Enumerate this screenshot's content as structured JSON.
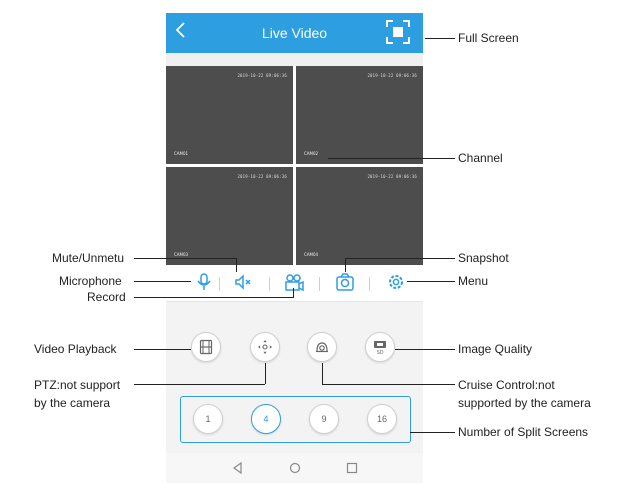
{
  "header": {
    "title": "Live Video",
    "back_icon": "chevron-left-icon",
    "fullscreen_icon": "fullscreen-icon"
  },
  "video_grid": {
    "tiles": [
      {
        "timestamp": "2019-10-22 09:06:36",
        "channel": "CAM01"
      },
      {
        "timestamp": "2019-10-22 09:06:36",
        "channel": "CAM02"
      },
      {
        "timestamp": "2019-10-22 09:06:36",
        "channel": "CAM03"
      },
      {
        "timestamp": "2019-10-22 09:06:36",
        "channel": "CAM04"
      }
    ]
  },
  "controls": [
    "microphone-icon",
    "mute-icon",
    "record-icon",
    "snapshot-icon",
    "menu-gear-icon"
  ],
  "actions": [
    "video-playback-icon",
    "ptz-icon",
    "cruise-control-icon",
    "image-quality-icon"
  ],
  "image_quality_badge": "SD",
  "split_screens": [
    "1",
    "4",
    "9",
    "16"
  ],
  "split_active": "4",
  "annotations": {
    "full_screen": "Full Screen",
    "channel": "Channel",
    "mute": "Mute/Unmetu",
    "microphone": "Microphone",
    "record": "Record",
    "snapshot": "Snapshot",
    "menu": "Menu",
    "video_playback": "Video Playback",
    "image_quality": "Image Quality",
    "ptz_line1": "PTZ:not support",
    "ptz_line2": "by the camera",
    "cruise_line1": "Cruise Control:not",
    "cruise_line2": "supported by the camera",
    "split_screens": "Number of Split Screens"
  },
  "colors": {
    "accent": "#2d9fe0",
    "tile": "#4d4d4d",
    "icon": "#2d9fe0"
  }
}
